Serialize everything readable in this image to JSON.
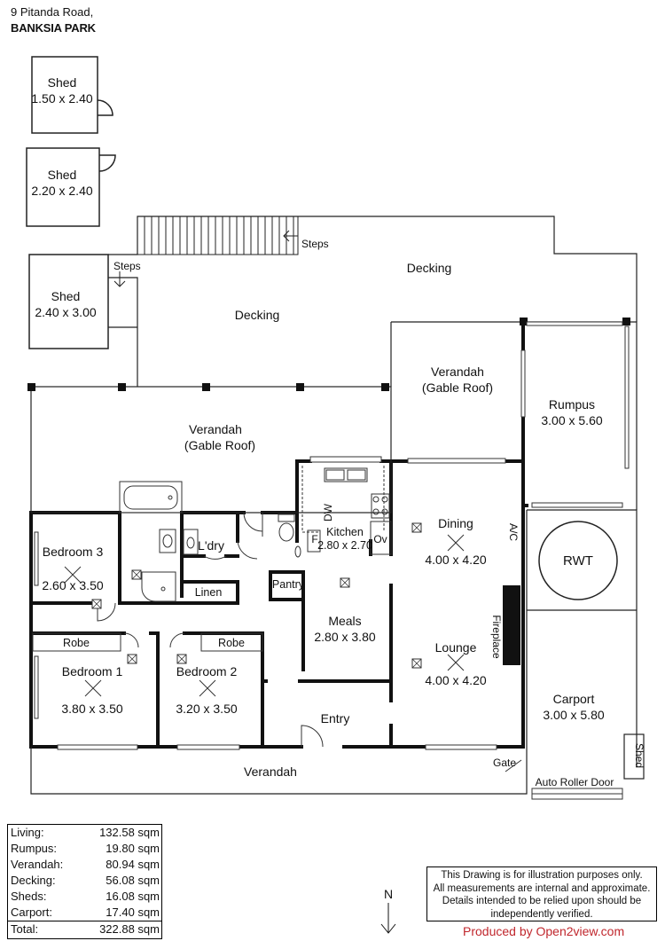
{
  "header": {
    "address_line1": "9 Pitanda Road,",
    "address_line2": "BANKSIA PARK"
  },
  "rooms": [
    {
      "id": "shed-a",
      "name": "Shed",
      "size": "1.50 x 2.40"
    },
    {
      "id": "shed-b",
      "name": "Shed",
      "size": "2.20 x 2.40"
    },
    {
      "id": "shed-c",
      "name": "Shed",
      "size": "2.40 x 3.00"
    },
    {
      "id": "bedroom-3",
      "name": "Bedroom 3",
      "size": "2.60 x 3.50"
    },
    {
      "id": "bedroom-1",
      "name": "Bedroom 1",
      "size": "3.80 x 3.50"
    },
    {
      "id": "bedroom-2",
      "name": "Bedroom 2",
      "size": "3.20 x 3.50"
    },
    {
      "id": "kitchen",
      "name": "Kitchen",
      "size": "2.80 x 2.70"
    },
    {
      "id": "meals",
      "name": "Meals",
      "size": "2.80 x 3.80"
    },
    {
      "id": "dining",
      "name": "Dining",
      "size": "4.00 x 4.20"
    },
    {
      "id": "lounge",
      "name": "Lounge",
      "size": "4.00 x 4.20"
    },
    {
      "id": "rumpus",
      "name": "Rumpus",
      "size": "3.00 x 5.60"
    },
    {
      "id": "carport",
      "name": "Carport",
      "size": "3.00 x 5.80"
    }
  ],
  "labels": {
    "steps": "Steps",
    "decking": "Decking",
    "verandah": "Verandah",
    "gable_roof": "(Gable Roof)",
    "laundry": "L'dry",
    "linen": "Linen",
    "robe": "Robe",
    "pantry": "Pantry",
    "dw": "DW",
    "f": "F",
    "ov": "Ov",
    "ac": "A/C",
    "fireplace": "Fireplace",
    "rwt": "RWT",
    "entry": "Entry",
    "gate": "Gate",
    "auto_roller_door": "Auto Roller Door",
    "shed": "Shed"
  },
  "areas": [
    {
      "label": "Living:",
      "value": "132.58 sqm"
    },
    {
      "label": "Rumpus:",
      "value": "19.80 sqm"
    },
    {
      "label": "Verandah:",
      "value": "80.94 sqm"
    },
    {
      "label": "Decking:",
      "value": "56.08 sqm"
    },
    {
      "label": "Sheds:",
      "value": "16.08 sqm"
    },
    {
      "label": "Carport:",
      "value": "17.40 sqm"
    }
  ],
  "total": {
    "label": "Total:",
    "value": "322.88 sqm"
  },
  "north_label": "N",
  "disclaimer": [
    "This Drawing is for illustration purposes only.",
    "All measurements are internal and  approximate.",
    "Details intended to be relied upon should be",
    "independently verified."
  ],
  "produced_by": "Produced by Open2view.com"
}
